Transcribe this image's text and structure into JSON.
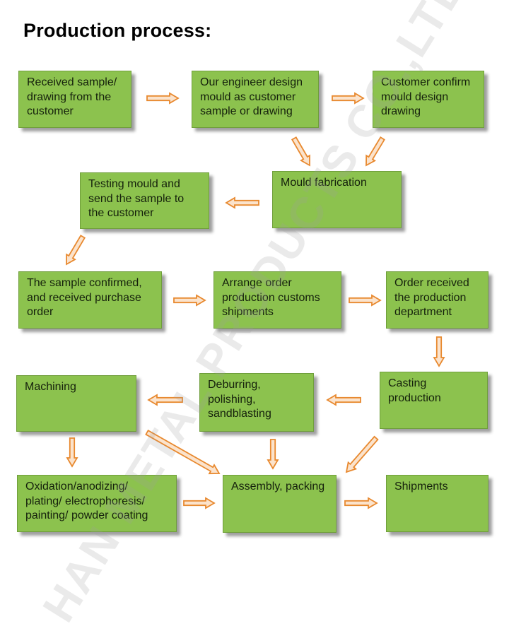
{
  "title": "Production process:",
  "steps": {
    "received_sample": "Received sample/\ndrawing from the\ncustomer",
    "engineer_design": "Our engineer design\nmould as customer\nsample or drawing",
    "customer_confirm": "Customer confirm\nmould design\ndrawing",
    "mould_fabrication": "Mould fabrication",
    "testing_mould": "Testing mould and\nsend the sample to\nthe customer",
    "sample_confirmed": "The sample confirmed,\nand received purchase\norder",
    "arrange_order": "Arrange order\nproduction customs\nshipments",
    "order_received": "Order received\nthe production\ndepartment",
    "machining": "Machining",
    "deburring": "Deburring,\npolishing,\nsandblasting",
    "casting": "Casting\nproduction",
    "oxidation": "Oxidation/anodizing/\nplating/ electrophoresis/\npainting/ powder coating",
    "assembly": "Assembly, packing",
    "shipments": "Shipments"
  },
  "colors": {
    "box_fill": "#8cc24e",
    "arrow_fill": "#fbe3cc",
    "arrow_stroke": "#e8892f"
  },
  "watermark": "HAN METAL PRODUCTS CO.,LTD"
}
